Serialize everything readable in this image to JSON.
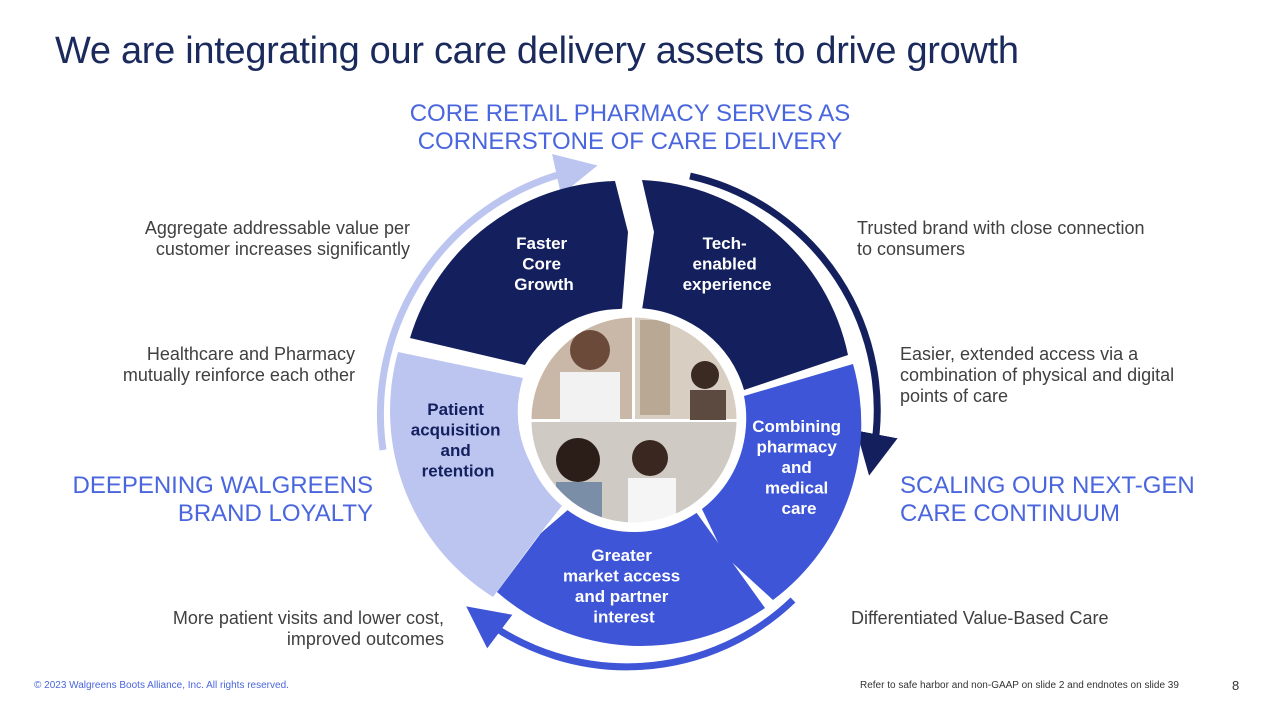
{
  "title": "We are integrating our care delivery assets to drive growth",
  "headings": {
    "top": [
      "CORE RETAIL PHARMACY SERVES AS",
      "CORNERSTONE OF CARE DELIVERY"
    ],
    "left": [
      "DEEPENING WALGREENS",
      "BRAND LOYALTY"
    ],
    "right": [
      "SCALING OUR NEXT-GEN",
      "CARE CONTINUUM"
    ]
  },
  "notes": {
    "top_left": [
      "Aggregate addressable value per",
      "customer increases significantly"
    ],
    "top_right": [
      "Trusted brand with close connection",
      "to consumers"
    ],
    "mid_left": [
      "Healthcare and Pharmacy",
      "mutually reinforce each other"
    ],
    "mid_right": [
      "Easier, extended access via a",
      "combination of physical and digital",
      "points of care"
    ],
    "bottom_left": [
      "More patient visits and lower cost,",
      "improved outcomes"
    ],
    "bottom_right": [
      "Differentiated Value-Based Care"
    ]
  },
  "segments": {
    "faster_core_growth": [
      "Faster",
      "Core",
      "Growth"
    ],
    "tech_enabled": [
      "Tech-",
      "enabled",
      "experience"
    ],
    "combining": [
      "Combining",
      "pharmacy",
      "and",
      "medical",
      "care"
    ],
    "greater_access": [
      "Greater",
      "market access",
      "and partner",
      "interest"
    ],
    "patient_acquisition": [
      "Patient",
      "acquisition",
      "and",
      "retention"
    ]
  },
  "colors": {
    "navy": "#14205e",
    "blue": "#3d55d6",
    "light": "#bcc5f0",
    "heading": "#4a66de"
  },
  "footer": {
    "copyright": "© 2023 Walgreens Boots Alliance, Inc. All rights reserved.",
    "refer": "Refer to safe harbor and non-GAAP on slide 2 and endnotes on slide 39",
    "page_number": "8"
  }
}
